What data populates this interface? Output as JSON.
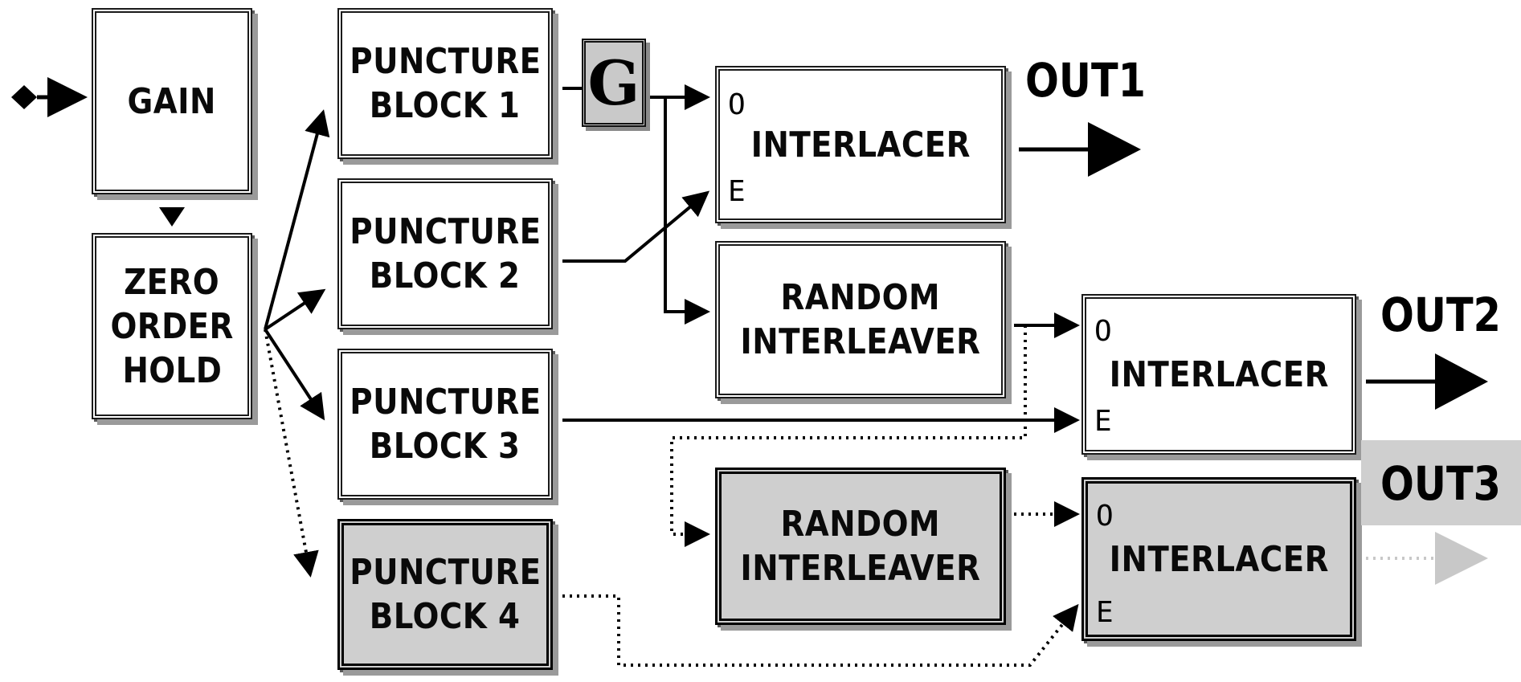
{
  "blocks": {
    "gain": "GAIN",
    "zoh": [
      "ZERO",
      "ORDER",
      "HOLD"
    ],
    "puncture1": [
      "PUNCTURE",
      "BLOCK 1"
    ],
    "puncture2": [
      "PUNCTURE",
      "BLOCK 2"
    ],
    "puncture3": [
      "PUNCTURE",
      "BLOCK 3"
    ],
    "puncture4": [
      "PUNCTURE",
      "BLOCK 4"
    ],
    "g": "G",
    "interlacer": "INTERLACER",
    "random_interleaver": [
      "RANDOM",
      "INTERLEAVER"
    ],
    "port_odd": "O",
    "port_even": "E"
  },
  "outputs": {
    "out1": "OUT1",
    "out2": "OUT2",
    "out3": "OUT3"
  },
  "colors": {
    "line": "#000000",
    "gray_block": "#cfcfcf",
    "faded_arrow": "#c8c8c8"
  }
}
